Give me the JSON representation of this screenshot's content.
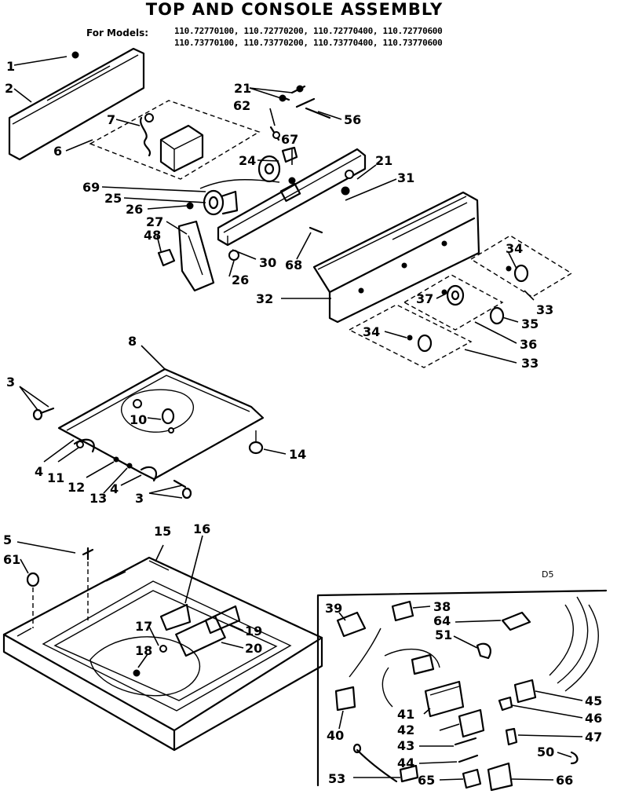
{
  "title": "TOP AND CONSOLE ASSEMBLY",
  "models": {
    "label": "For Models:",
    "line1": "110.72770100, 110.72770200, 110.72770400, 110.72770600",
    "line2": "110.73770100, 110.73770200, 110.73770400, 110.73770600"
  },
  "inset_code": "D5",
  "callouts": [
    "1",
    "2",
    "6",
    "7",
    "21",
    "62",
    "56",
    "24",
    "67",
    "21",
    "31",
    "69",
    "25",
    "26",
    "27",
    "48",
    "30",
    "26",
    "68",
    "32",
    "34",
    "33",
    "37",
    "35",
    "36",
    "34",
    "33",
    "8",
    "3",
    "10",
    "14",
    "4",
    "11",
    "12",
    "13",
    "4",
    "3",
    "5",
    "15",
    "16",
    "61",
    "17",
    "19",
    "18",
    "20",
    "39",
    "38",
    "64",
    "51",
    "45",
    "46",
    "41",
    "40",
    "42",
    "47",
    "43",
    "50",
    "44",
    "53",
    "65",
    "66"
  ]
}
